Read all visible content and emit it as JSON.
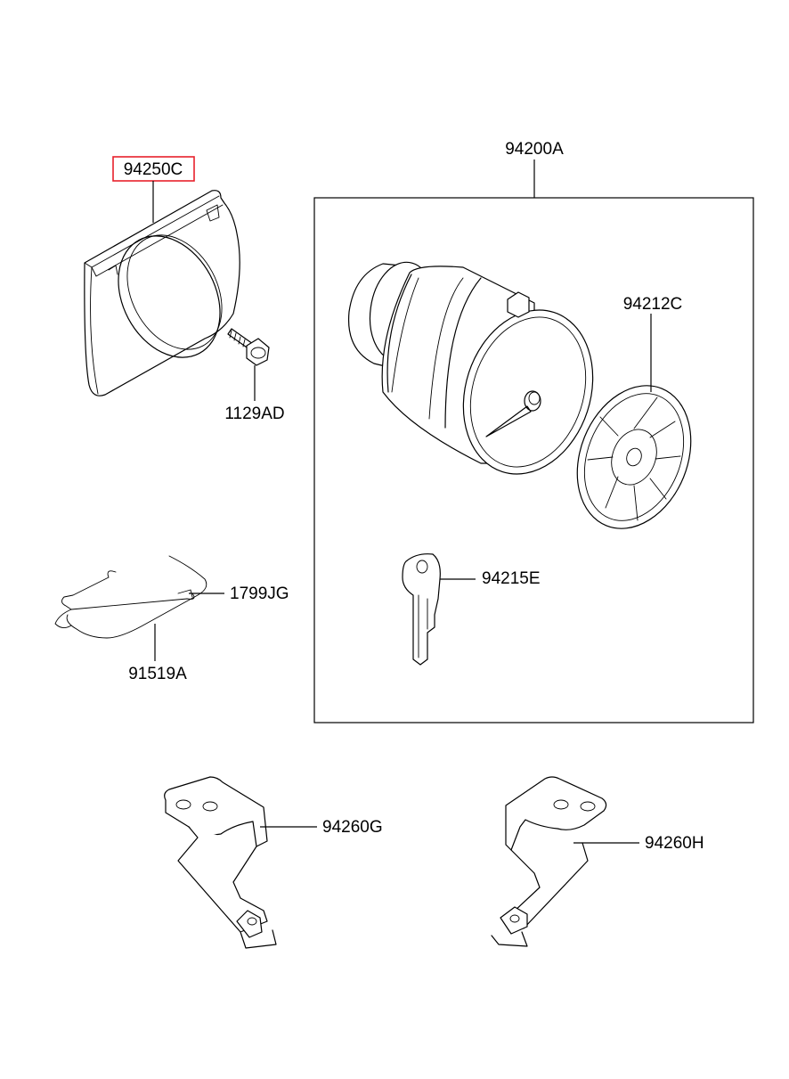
{
  "parts": {
    "p94250C": {
      "number": "94250C",
      "highlighted": true
    },
    "p94200A": {
      "number": "94200A"
    },
    "p94212C": {
      "number": "94212C"
    },
    "p1129AD": {
      "number": "1129AD"
    },
    "p1799JG": {
      "number": "1799JG"
    },
    "p91519A": {
      "number": "91519A"
    },
    "p94215E": {
      "number": "94215E"
    },
    "p94260G": {
      "number": "94260G"
    },
    "p94260H": {
      "number": "94260H"
    }
  },
  "colors": {
    "line": "#000000",
    "background": "#ffffff",
    "highlight_border": "#e8212b"
  }
}
